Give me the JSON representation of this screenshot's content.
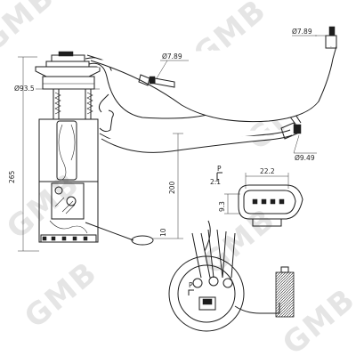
{
  "watermark": "GMB",
  "dimensions": {
    "outlet_fitting": "Ø7.89",
    "return_fitting": "Ø7.89",
    "feed_fitting": "Ø9.49",
    "flange_diameter": "Ø93.5",
    "overall_height": "265",
    "body_height": "200",
    "float_offset": "10",
    "connector_width": "22.2",
    "connector_height": "9.3",
    "connector_ratio": "2:1"
  },
  "pins": {
    "detail_label": "P",
    "connector_label": "P"
  }
}
